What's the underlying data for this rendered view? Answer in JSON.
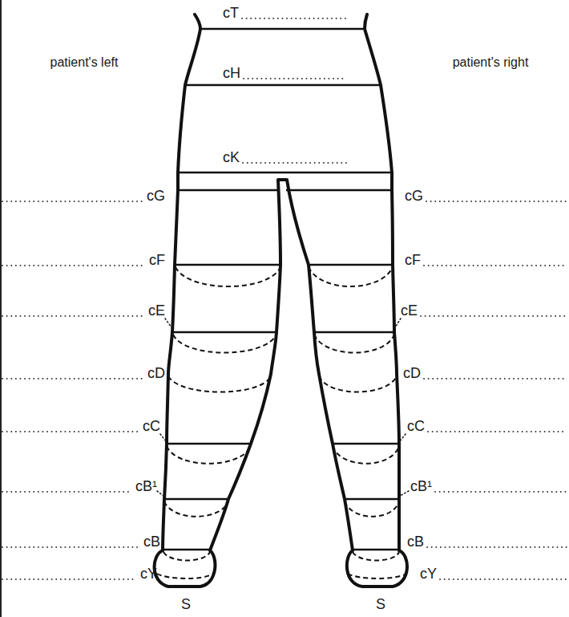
{
  "diagram": {
    "labels": [
      "patient's left",
      "patient's right",
      "cT",
      "cH",
      "cK",
      "cG",
      "cF",
      "cE",
      "cD",
      "cC",
      "cB¹",
      "cB",
      "cY",
      "cG",
      "cF",
      "cE",
      "cD",
      "cC",
      "cB¹",
      "cB",
      "cY",
      "S",
      "S"
    ]
  }
}
